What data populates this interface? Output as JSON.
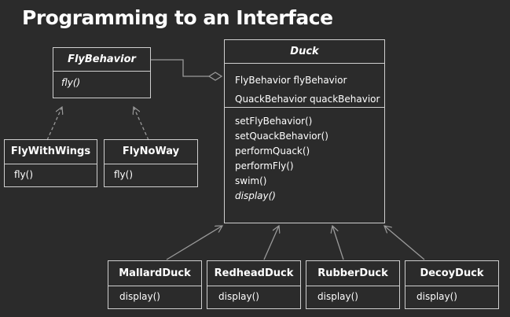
{
  "title": "Programming to an Interface",
  "fly_behavior": {
    "name": "FlyBehavior",
    "method": "fly()"
  },
  "fly_with_wings": {
    "name": "FlyWithWings",
    "method": "fly()"
  },
  "fly_no_way": {
    "name": "FlyNoWay",
    "method": "fly()"
  },
  "duck": {
    "name": "Duck",
    "fields": [
      "FlyBehavior flyBehavior",
      "QuackBehavior quackBehavior"
    ],
    "methods": [
      "setFlyBehavior()",
      "setQuackBehavior()",
      "performQuack()",
      "performFly()",
      "swim()",
      "display()"
    ]
  },
  "subclasses": [
    {
      "name": "MallardDuck",
      "method": "display()"
    },
    {
      "name": "RedheadDuck",
      "method": "display()"
    },
    {
      "name": "RubberDuck",
      "method": "display()"
    },
    {
      "name": "DecoyDuck",
      "method": "display()"
    }
  ]
}
